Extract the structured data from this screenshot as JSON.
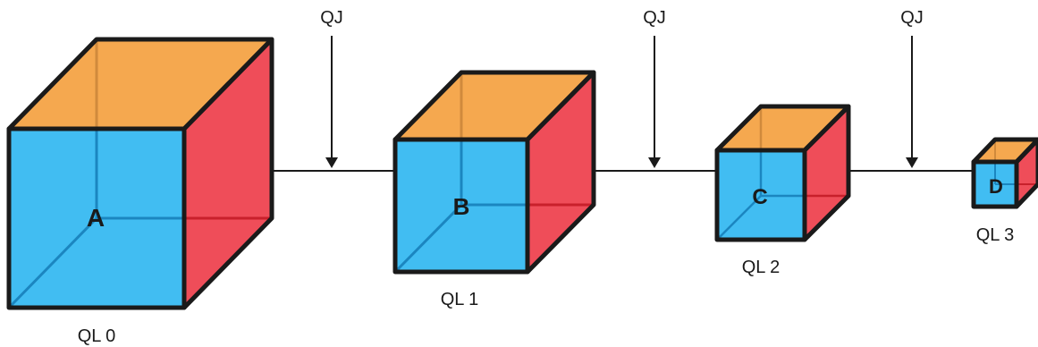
{
  "colors": {
    "front": "#41bdf2",
    "top": "#f5a84f",
    "side": "#ef4d59",
    "edge": "#1a1a1a",
    "hidden_on_front": "#1b86c0",
    "hidden_on_top": "#d08a3c",
    "hidden_on_side": "#c8202b"
  },
  "cubes": [
    {
      "letter": "A",
      "label": "QL 0"
    },
    {
      "letter": "B",
      "label": "QL 1"
    },
    {
      "letter": "C",
      "label": "QL 2"
    },
    {
      "letter": "D",
      "label": "QL 3"
    }
  ],
  "operations": [
    {
      "label": "QJ"
    },
    {
      "label": "QJ"
    },
    {
      "label": "QJ"
    }
  ]
}
